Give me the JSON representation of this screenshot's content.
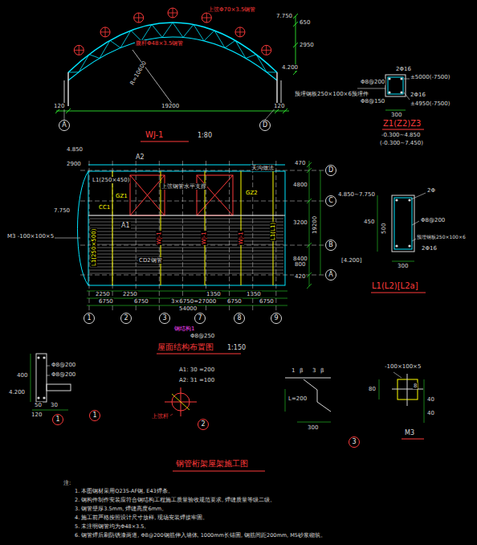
{
  "diagram": {
    "title": "钢管桁架屋架施工图",
    "nodes": [
      {
        "text": [
          "A"
        ]
      },
      {
        "text": [
          "D"
        ]
      },
      {
        "text": [
          "D"
        ]
      },
      {
        "text": [
          "C"
        ]
      },
      {
        "text": [
          "B"
        ]
      },
      {
        "text": [
          "A"
        ]
      },
      {
        "text": [
          "1"
        ]
      },
      {
        "text": [
          "2"
        ]
      },
      {
        "text": [
          "3"
        ]
      },
      {
        "text": [
          "7"
        ]
      },
      {
        "text": [
          "8"
        ]
      },
      {
        "text": [
          "9"
        ]
      },
      {
        "text": [
          "1"
        ]
      },
      {
        "text": [
          "1"
        ]
      },
      {
        "text": [
          "2"
        ]
      },
      {
        "text": [
          "3"
        ]
      }
    ],
    "labels": [
      "上弦Φ70×3.5钢管",
      "7.750",
      "650",
      "2950",
      "4.200",
      "腹杆Φ48×3.5钢管",
      "R=10600",
      "120",
      "19200",
      "120",
      "WJ-1",
      "1:80",
      "2Φ16",
      "Φ8@200",
      "±5000(-7500)",
      "预埋钢板250×100×6预埋件",
      "Φ8@150",
      "2Φ16",
      "±4950(-7500)",
      "300",
      "Z1(Z2)Z3",
      "-0.300~4.850",
      "(-0.300~7.450)",
      "4.850",
      "2900",
      "A2",
      "A1",
      "天沟做法",
      "L1(250×450)",
      "上弦钢管水平支撑",
      "470",
      "4800",
      "3200",
      "8400",
      "19200",
      "7.750",
      "L1(250×500)",
      "CC1",
      "WJ-1",
      "WJ-1",
      "WJ-1",
      "GZ1",
      "GZ2",
      "L1(L1)",
      "M3 -100×100×5",
      "CD2钢管",
      "800",
      "420",
      "2250",
      "2250",
      "1350",
      "1350",
      "6750",
      "6750",
      "3×6750=27000",
      "6750",
      "6750",
      "54000",
      "钢结构1",
      "Φ8@250",
      "屋面结构布置图",
      "1:150",
      "4.850~7.750",
      "2Φ",
      "Φ8@200",
      "预埋钢板250×100×6",
      "2Φ16",
      "450",
      "500",
      "[4.200]",
      "300",
      "L1(L2)[L2a]",
      "Φ8@200",
      "Φ8@200",
      "400",
      "4.200",
      "50",
      "30",
      "120",
      "A1: 30 =200",
      "A2: 31 =100",
      "上弦杆",
      "1",
      "β",
      "3",
      "β",
      "L=200",
      "300",
      "-100×100×5",
      "80",
      "8",
      "40",
      "40",
      "M3",
      "注:",
      "1. 本图钢材采用Q235-AF钢, E43焊条。",
      "2. 钢构件制作安装应符合钢结构工程施工质量验收规范要求, 焊缝质量等级二级。",
      "3. 钢管壁厚3.5mm, 焊缝高度6mm。",
      "4. 施工前严格按照设计尺寸放样, 现场安装焊接牢固。",
      "5. 未注明钢管均为Φ48×3.5。",
      "6. 钢管焊后刷防锈漆两道, Φ8@200钢筋伸入墙体, 1000mm长锚固, 钢筋间距200mm, M5砂浆砌筑。"
    ]
  }
}
